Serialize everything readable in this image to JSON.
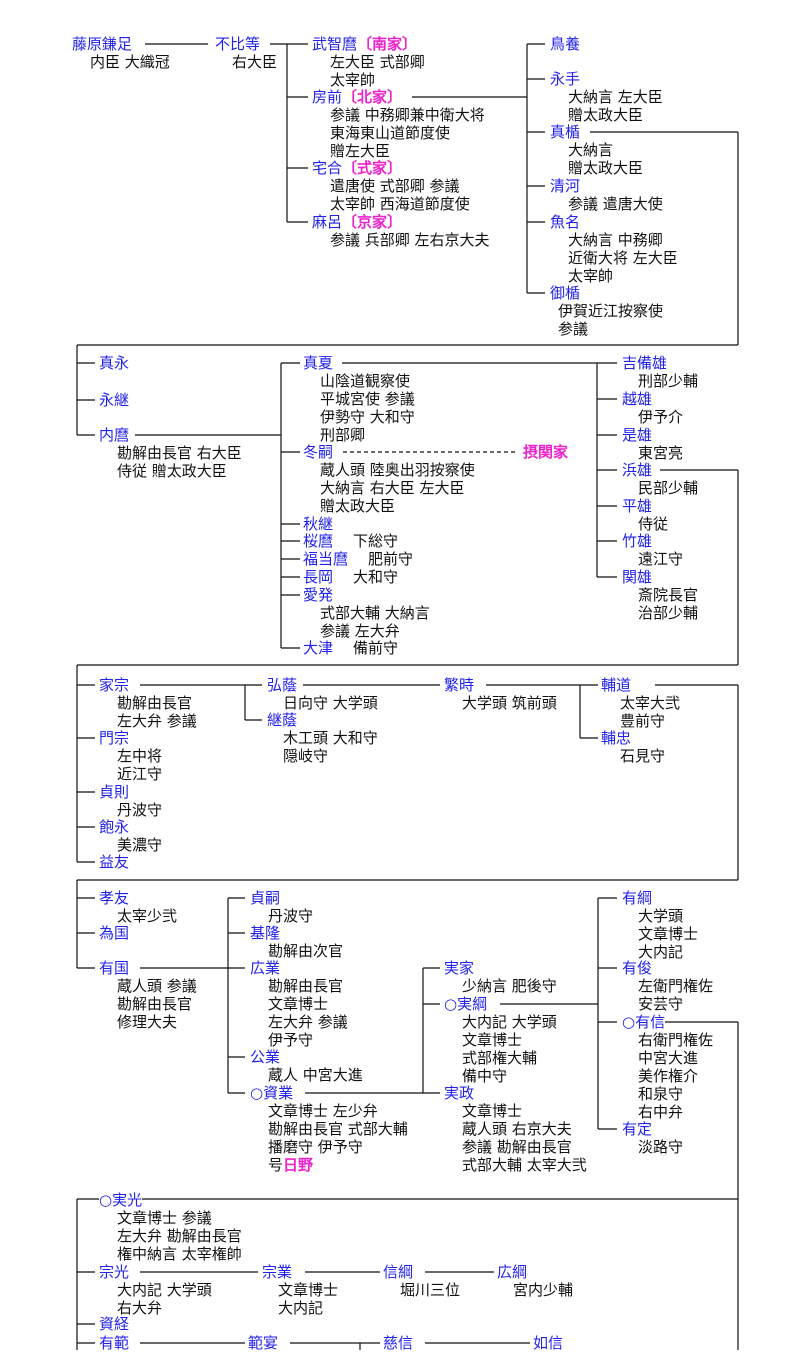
{
  "colors": {
    "name": "#2222ee",
    "house": "#ee22cc",
    "text": "#111111"
  },
  "nodes": [
    {
      "id": "kamatari",
      "name": "藤原鎌足",
      "notes": [
        "内臣 大織冠"
      ]
    },
    {
      "id": "fuhito",
      "name": "不比等",
      "notes": [
        "右大臣"
      ]
    },
    {
      "id": "muchimaro",
      "name": "武智麿",
      "tag": "〔南家〕",
      "notes": [
        "左大臣 式部卿",
        "太宰帥"
      ]
    },
    {
      "id": "fusasaki",
      "name": "房前",
      "tag": "〔北家〕",
      "notes": [
        "参議 中務卿兼中衛大将",
        "東海東山道節度使",
        "贈左大臣"
      ]
    },
    {
      "id": "umakai",
      "name": "宅合",
      "tag": "〔式家〕",
      "notes": [
        "遣唐使 式部卿 参議",
        "太宰帥 西海道節度使"
      ]
    },
    {
      "id": "maro",
      "name": "麻呂",
      "tag": "〔京家〕",
      "notes": [
        "参議 兵部卿 左右京大夫"
      ]
    },
    {
      "id": "torikai",
      "name": "鳥養",
      "notes": []
    },
    {
      "id": "nagate",
      "name": "永手",
      "notes": [
        "大納言 左大臣",
        "贈太政大臣"
      ]
    },
    {
      "id": "matate",
      "name": "真楯",
      "notes": [
        "大納言",
        "贈太政大臣"
      ]
    },
    {
      "id": "kiyokawa",
      "name": "清河",
      "notes": [
        "参議 遣唐大使"
      ]
    },
    {
      "id": "uona",
      "name": "魚名",
      "notes": [
        "大納言 中務卿",
        "近衛大将 左大臣",
        "太宰帥"
      ]
    },
    {
      "id": "mitate",
      "name": "御楯",
      "notes": [
        "伊賀近江按察使",
        "参議"
      ]
    },
    {
      "id": "managa",
      "name": "真永",
      "notes": []
    },
    {
      "id": "nagatsugu",
      "name": "永継",
      "notes": []
    },
    {
      "id": "uchimaro",
      "name": "内麿",
      "notes": [
        "勘解由長官 右大臣",
        "侍従 贈太政大臣"
      ]
    },
    {
      "id": "manatsu",
      "name": "真夏",
      "notes": [
        "山陰道観察使",
        "平城宮使 参議",
        "伊勢守 大和守",
        "刑部卿"
      ]
    },
    {
      "id": "fuyutsugu",
      "name": "冬嗣",
      "branch": "摂関家",
      "notes": [
        "蔵人頭 陸奥出羽按察使",
        "大納言 右大臣 左大臣",
        "贈太政大臣"
      ]
    },
    {
      "id": "akitsugu",
      "name": "秋継",
      "notes": []
    },
    {
      "id": "sakuramaro",
      "name": "桜麿",
      "inline": "下総守",
      "notes": []
    },
    {
      "id": "fukutomaro",
      "name": "福当麿",
      "inline": "肥前守",
      "notes": []
    },
    {
      "id": "nagaoka",
      "name": "長岡",
      "inline": "大和守",
      "notes": []
    },
    {
      "id": "yoshinari",
      "name": "愛発",
      "notes": [
        "式部大輔 大納言",
        "参議 左大弁"
      ]
    },
    {
      "id": "otsu",
      "name": "大津",
      "inline": "備前守",
      "notes": []
    },
    {
      "id": "kibio",
      "name": "吉備雄",
      "notes": [
        "刑部少輔"
      ]
    },
    {
      "id": "etsuo",
      "name": "越雄",
      "notes": [
        "伊予介"
      ]
    },
    {
      "id": "koreo",
      "name": "是雄",
      "notes": [
        "東宮亮"
      ]
    },
    {
      "id": "hamao",
      "name": "浜雄",
      "notes": [
        "民部少輔"
      ]
    },
    {
      "id": "hirao",
      "name": "平雄",
      "notes": [
        "侍従"
      ]
    },
    {
      "id": "takeo",
      "name": "竹雄",
      "notes": [
        "遠江守"
      ]
    },
    {
      "id": "sekio",
      "name": "関雄",
      "notes": [
        "斎院長官",
        "治部少輔"
      ]
    },
    {
      "id": "iemune",
      "name": "家宗",
      "notes": [
        "勘解由長官",
        "左大弁 参議"
      ]
    },
    {
      "id": "kadomune",
      "name": "門宗",
      "notes": [
        "左中将",
        "近江守"
      ]
    },
    {
      "id": "sadanori",
      "name": "貞則",
      "notes": [
        "丹波守"
      ]
    },
    {
      "id": "akinaga",
      "name": "飽永",
      "notes": [
        "美濃守"
      ]
    },
    {
      "id": "masutomo",
      "name": "益友",
      "notes": []
    },
    {
      "id": "hirokage",
      "name": "弘蔭",
      "notes": [
        "日向守 大学頭"
      ]
    },
    {
      "id": "tsugukage",
      "name": "継蔭",
      "notes": [
        "木工頭 大和守",
        "隠岐守"
      ]
    },
    {
      "id": "shigetoki",
      "name": "繁時",
      "notes": [
        "大学頭 筑前頭"
      ]
    },
    {
      "id": "sukemichi",
      "name": "輔道",
      "notes": [
        "太宰大弐",
        "豊前守"
      ]
    },
    {
      "id": "suketada",
      "name": "輔忠",
      "notes": [
        "石見守"
      ]
    },
    {
      "id": "takatomo",
      "name": "孝友",
      "notes": [
        "太宰少弐"
      ]
    },
    {
      "id": "tamekuni",
      "name": "為国",
      "notes": []
    },
    {
      "id": "arikuni",
      "name": "有国",
      "notes": [
        "蔵人頭 参議",
        "勘解由長官",
        "修理大夫"
      ]
    },
    {
      "id": "sadatsugu",
      "name": "貞嗣",
      "notes": [
        "丹波守"
      ]
    },
    {
      "id": "mototaka",
      "name": "基隆",
      "notes": [
        "勘解由次官"
      ]
    },
    {
      "id": "hironari",
      "name": "広業",
      "notes": [
        "勘解由長官",
        "文章博士",
        "左大弁 参議",
        "伊予守"
      ]
    },
    {
      "id": "kiminari",
      "name": "公業",
      "notes": [
        "蔵人 中宮大進"
      ]
    },
    {
      "id": "sukenari",
      "name": "○資業",
      "house": "日野",
      "notes": [
        "文章博士 左少弁",
        "勘解由長官 式部大輔",
        "播磨守 伊予守",
        "号"
      ]
    },
    {
      "id": "saneie",
      "name": "実家",
      "notes": [
        "少納言 肥後守"
      ]
    },
    {
      "id": "sanetsuna",
      "name": "○実綱",
      "notes": [
        "大内記 大学頭",
        "文章博士",
        "式部権大輔",
        "備中守"
      ]
    },
    {
      "id": "sanemasa",
      "name": "実政",
      "notes": [
        "文章博士",
        "蔵人頭 右京大夫",
        "参議 勘解由長官",
        "式部大輔 太宰大弐"
      ]
    },
    {
      "id": "aritsuna",
      "name": "有綱",
      "notes": [
        "大学頭",
        "文章博士",
        "大内記"
      ]
    },
    {
      "id": "aritoshi",
      "name": "有俊",
      "notes": [
        "左衛門権佐",
        "安芸守"
      ]
    },
    {
      "id": "arinobu",
      "name": "○有信",
      "notes": [
        "右衛門権佐",
        "中宮大進",
        "美作権介",
        "和泉守",
        "右中弁"
      ]
    },
    {
      "id": "arisada",
      "name": "有定",
      "notes": [
        "淡路守"
      ]
    },
    {
      "id": "sanemitsu",
      "name": "○実光",
      "notes": [
        "文章博士 参議",
        "左大弁 勘解由長官",
        "権中納言 太宰権帥"
      ]
    },
    {
      "id": "munemitsu",
      "name": "宗光",
      "notes": [
        "大内記 大学頭",
        "右大弁"
      ]
    },
    {
      "id": "munenari",
      "name": "宗業",
      "notes": [
        "文章博士",
        "大内記"
      ]
    },
    {
      "id": "nobutsuna",
      "name": "信綱",
      "notes": [
        "堀川三位"
      ]
    },
    {
      "id": "hirotsuna",
      "name": "広綱",
      "notes": [
        "宮内少輔"
      ]
    },
    {
      "id": "sukatsune",
      "name": "資経",
      "notes": []
    },
    {
      "id": "arinori",
      "name": "有範",
      "notes": []
    },
    {
      "id": "hanen",
      "name": "範宴",
      "notes": []
    },
    {
      "id": "jishin",
      "name": "慈信",
      "notes": []
    },
    {
      "id": "nyoshin",
      "name": "如信",
      "notes": []
    }
  ]
}
